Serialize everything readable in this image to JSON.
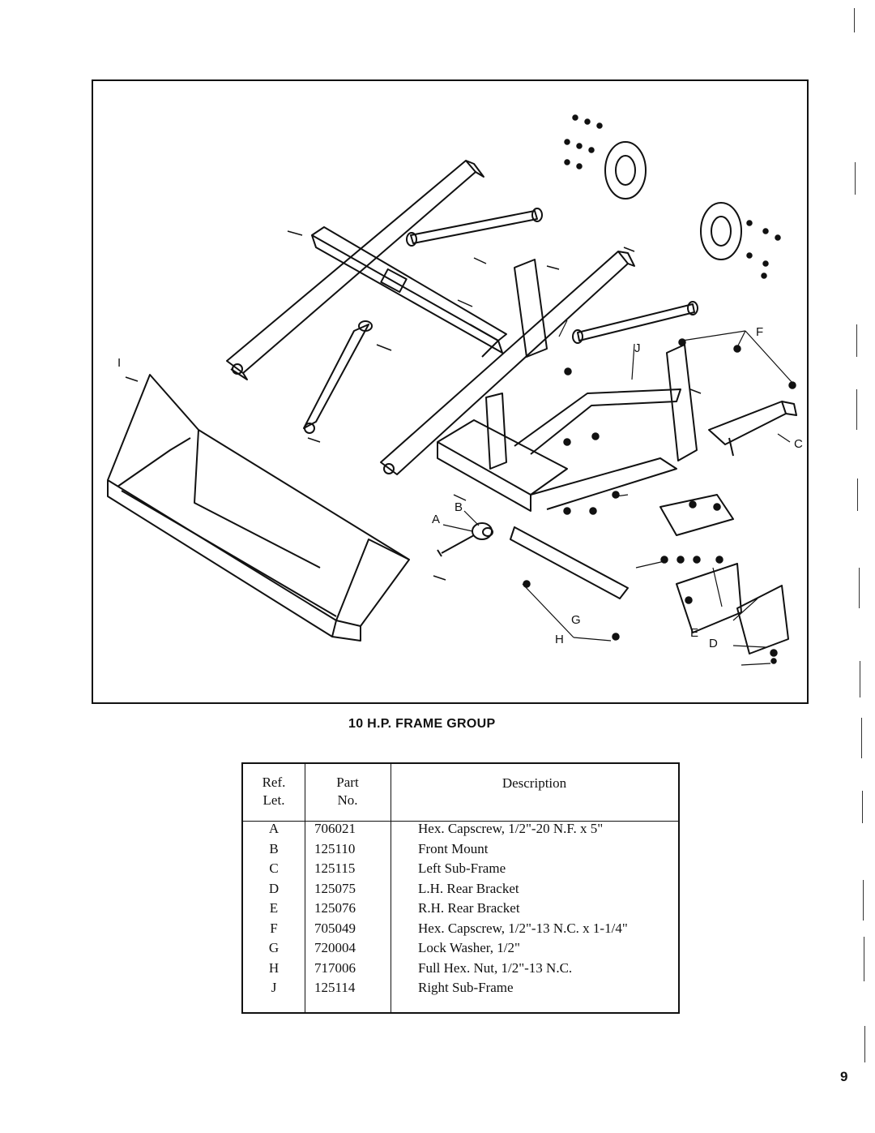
{
  "figure": {
    "caption": "10 H.P. FRAME GROUP",
    "callouts": {
      "A": "A",
      "B": "B",
      "C": "C",
      "D": "D",
      "E": "E",
      "F": "F",
      "G": "G",
      "H": "H",
      "I": "I",
      "J": "J"
    }
  },
  "table": {
    "headers": {
      "ref_line1": "Ref.",
      "ref_line2": "Let.",
      "part_line1": "Part",
      "part_line2": "No.",
      "description": "Description"
    },
    "rows": [
      {
        "ref": "A",
        "part": "706021",
        "description": "Hex. Capscrew, 1/2\"-20 N.F. x 5\""
      },
      {
        "ref": "B",
        "part": "125110",
        "description": "Front Mount"
      },
      {
        "ref": "C",
        "part": "125115",
        "description": "Left Sub-Frame"
      },
      {
        "ref": "D",
        "part": "125075",
        "description": "L.H. Rear Bracket"
      },
      {
        "ref": "E",
        "part": "125076",
        "description": "R.H. Rear Bracket"
      },
      {
        "ref": "F",
        "part": "705049",
        "description": "Hex. Capscrew, 1/2\"-13 N.C. x 1-1/4\""
      },
      {
        "ref": "G",
        "part": "720004",
        "description": "Lock Washer, 1/2\""
      },
      {
        "ref": "H",
        "part": "717006",
        "description": "Full Hex. Nut, 1/2\"-13 N.C."
      },
      {
        "ref": "J",
        "part": "125114",
        "description": "Right Sub-Frame"
      }
    ]
  },
  "page_number": "9"
}
